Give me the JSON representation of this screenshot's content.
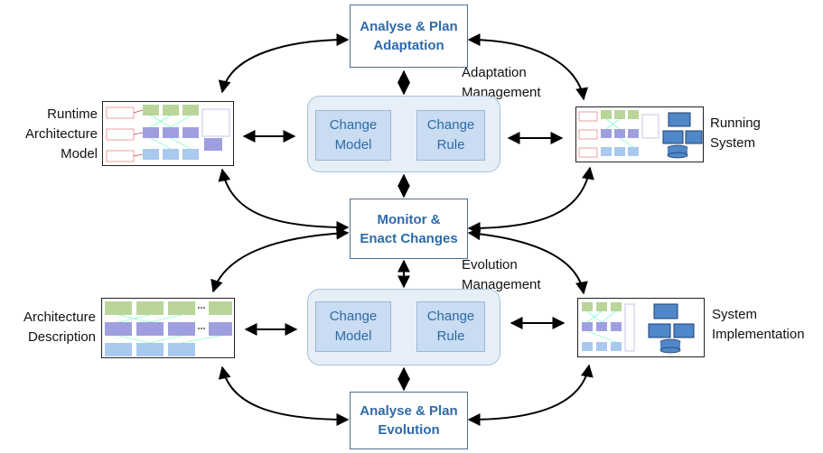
{
  "top_box": {
    "line1": "Analyse & Plan",
    "line2": "Adaptation"
  },
  "middle_box": {
    "line1": "Monitor &",
    "line2": "Enact Changes"
  },
  "bottom_box": {
    "line1": "Analyse & Plan",
    "line2": "Evolution"
  },
  "adaptation_management": {
    "line1": "Adaptation",
    "line2": "Management"
  },
  "evolution_management": {
    "line1": "Evolution",
    "line2": "Management"
  },
  "upper_panel": {
    "change_model": {
      "line1": "Change",
      "line2": "Model"
    },
    "change_rule": {
      "line1": "Change",
      "line2": "Rule"
    }
  },
  "lower_panel": {
    "change_model": {
      "line1": "Change",
      "line2": "Model"
    },
    "change_rule": {
      "line1": "Change",
      "line2": "Rule"
    }
  },
  "runtime_architecture_model": {
    "line1": "Runtime",
    "line2": "Architecture",
    "line3": "Model"
  },
  "running_system": {
    "line1": "Running",
    "line2": "System"
  },
  "architecture_description": {
    "line1": "Architecture",
    "line2": "Description"
  },
  "system_implementation": {
    "line1": "System",
    "line2": "Implementation"
  },
  "colors": {
    "box_text": "#2e6aa8",
    "panel_fill": "#e6eef8",
    "inner_fill": "#c9dcf1",
    "arrow": "#000000"
  }
}
